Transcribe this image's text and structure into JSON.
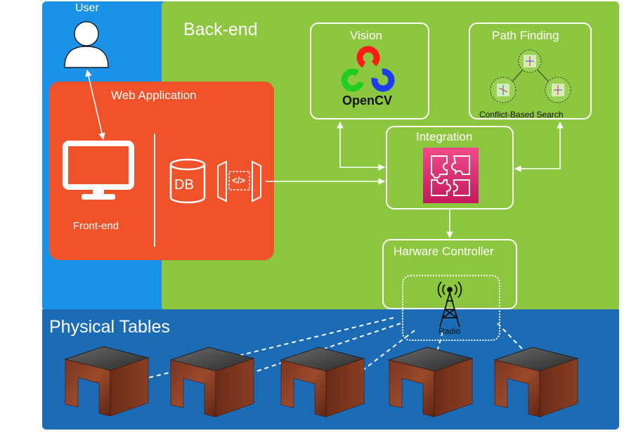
{
  "regions": {
    "user_label": "User",
    "backend_label": "Back-end",
    "physical_tables_label": "Physical Tables"
  },
  "web_application": {
    "title": "Web Application",
    "frontend_label": "Front-end",
    "db_label": "DB",
    "api_glyph": "</>"
  },
  "vision": {
    "title": "Vision",
    "logo_text": "OpenCV"
  },
  "path_finding": {
    "title": "Path Finding",
    "caption": "Conflict-Based Search"
  },
  "integration": {
    "title": "Integration"
  },
  "hardware_controller": {
    "title": "Harware Controller",
    "radio_label": "Radio"
  },
  "tables": [
    "table-1",
    "table-2",
    "table-3",
    "table-4",
    "table-5"
  ],
  "colors": {
    "user_blue": "#1a92e8",
    "backend_green": "#8dc63f",
    "physical_blue": "#1b6bb5",
    "webapp_orange": "#f0522a",
    "integration_pink": "#e0246e",
    "opencv_red": "#ff1a1a",
    "opencv_green": "#22cc22",
    "opencv_blue": "#1b3cf0"
  },
  "icons": [
    "user-icon",
    "monitor-icon",
    "db-icon",
    "api-icon",
    "puzzle-icon",
    "radio-tower-icon",
    "opencv-logo",
    "cbs-tree-icon",
    "table-icon"
  ]
}
